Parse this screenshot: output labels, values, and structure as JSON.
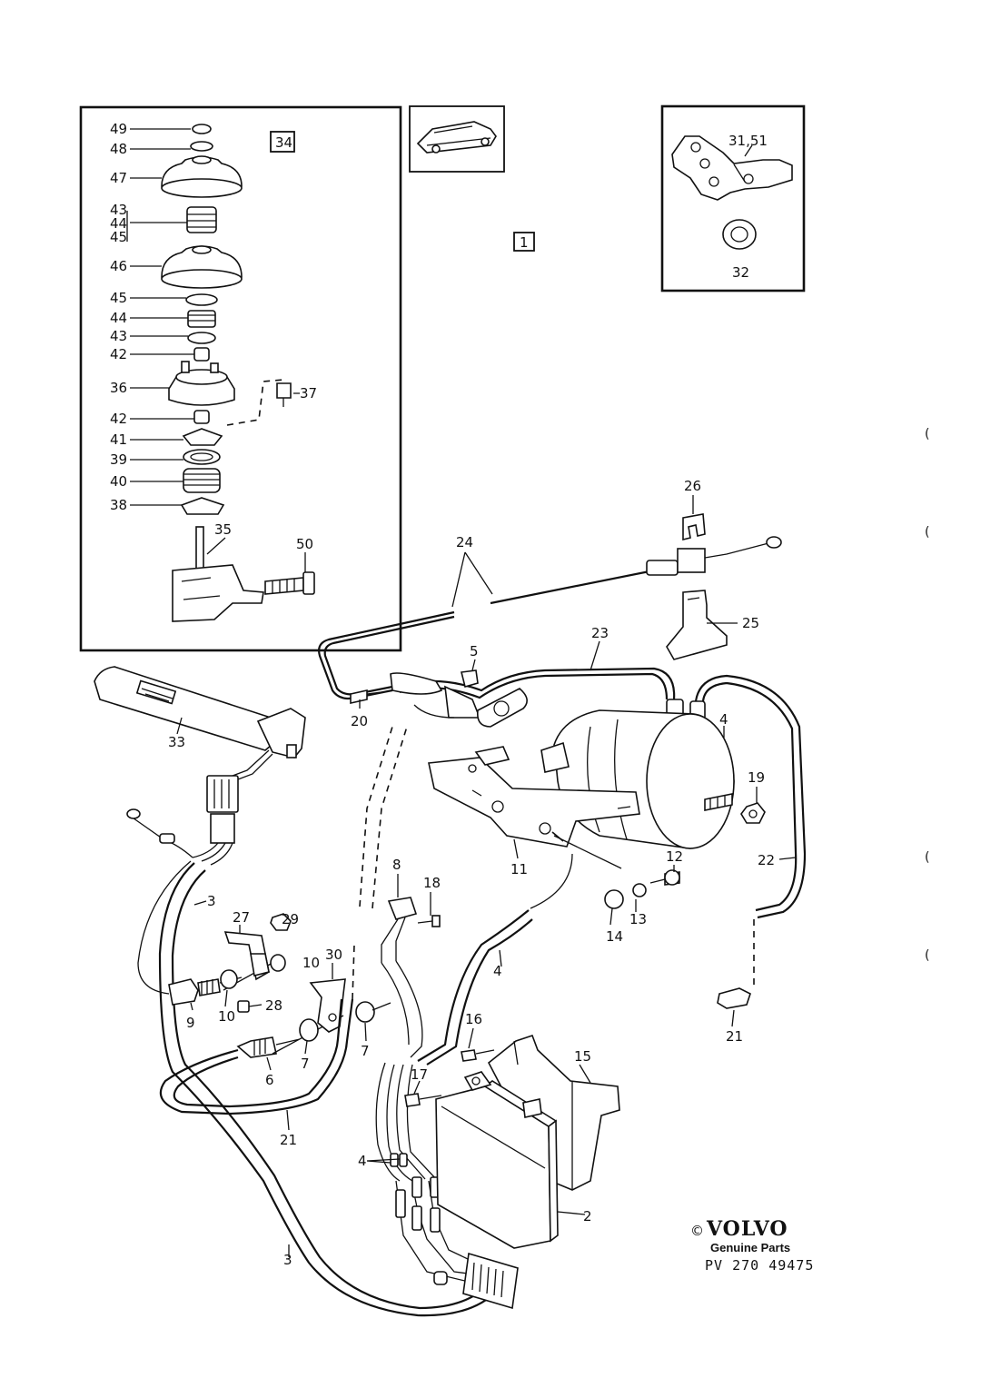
{
  "inset_exploded": {
    "ref_box": "34",
    "labels": [
      "49",
      "48",
      "47",
      "43",
      "44",
      "45",
      "46",
      "45",
      "44",
      "43",
      "42",
      "36",
      "37",
      "42",
      "41",
      "39",
      "40",
      "38",
      "35",
      "50"
    ]
  },
  "car_symbol": "car-side-icon",
  "ref_box_main": "1",
  "inset_bracket": {
    "labels": [
      "31,51",
      "32"
    ]
  },
  "main_labels": [
    "26",
    "24",
    "25",
    "23",
    "5",
    "20",
    "33",
    "4",
    "19",
    "11",
    "12",
    "22",
    "8",
    "18",
    "3",
    "27",
    "29",
    "10",
    "30",
    "13",
    "14",
    "4",
    "9",
    "10",
    "28",
    "7",
    "7",
    "6",
    "16",
    "15",
    "21",
    "17",
    "4",
    "21",
    "2",
    "3"
  ],
  "branding": {
    "copyright": "©",
    "brand": "VOLVO",
    "subtitle": "Genuine Parts",
    "code": "PV 270 49475"
  },
  "margin_marks": [
    "(",
    "(",
    "(",
    "("
  ]
}
